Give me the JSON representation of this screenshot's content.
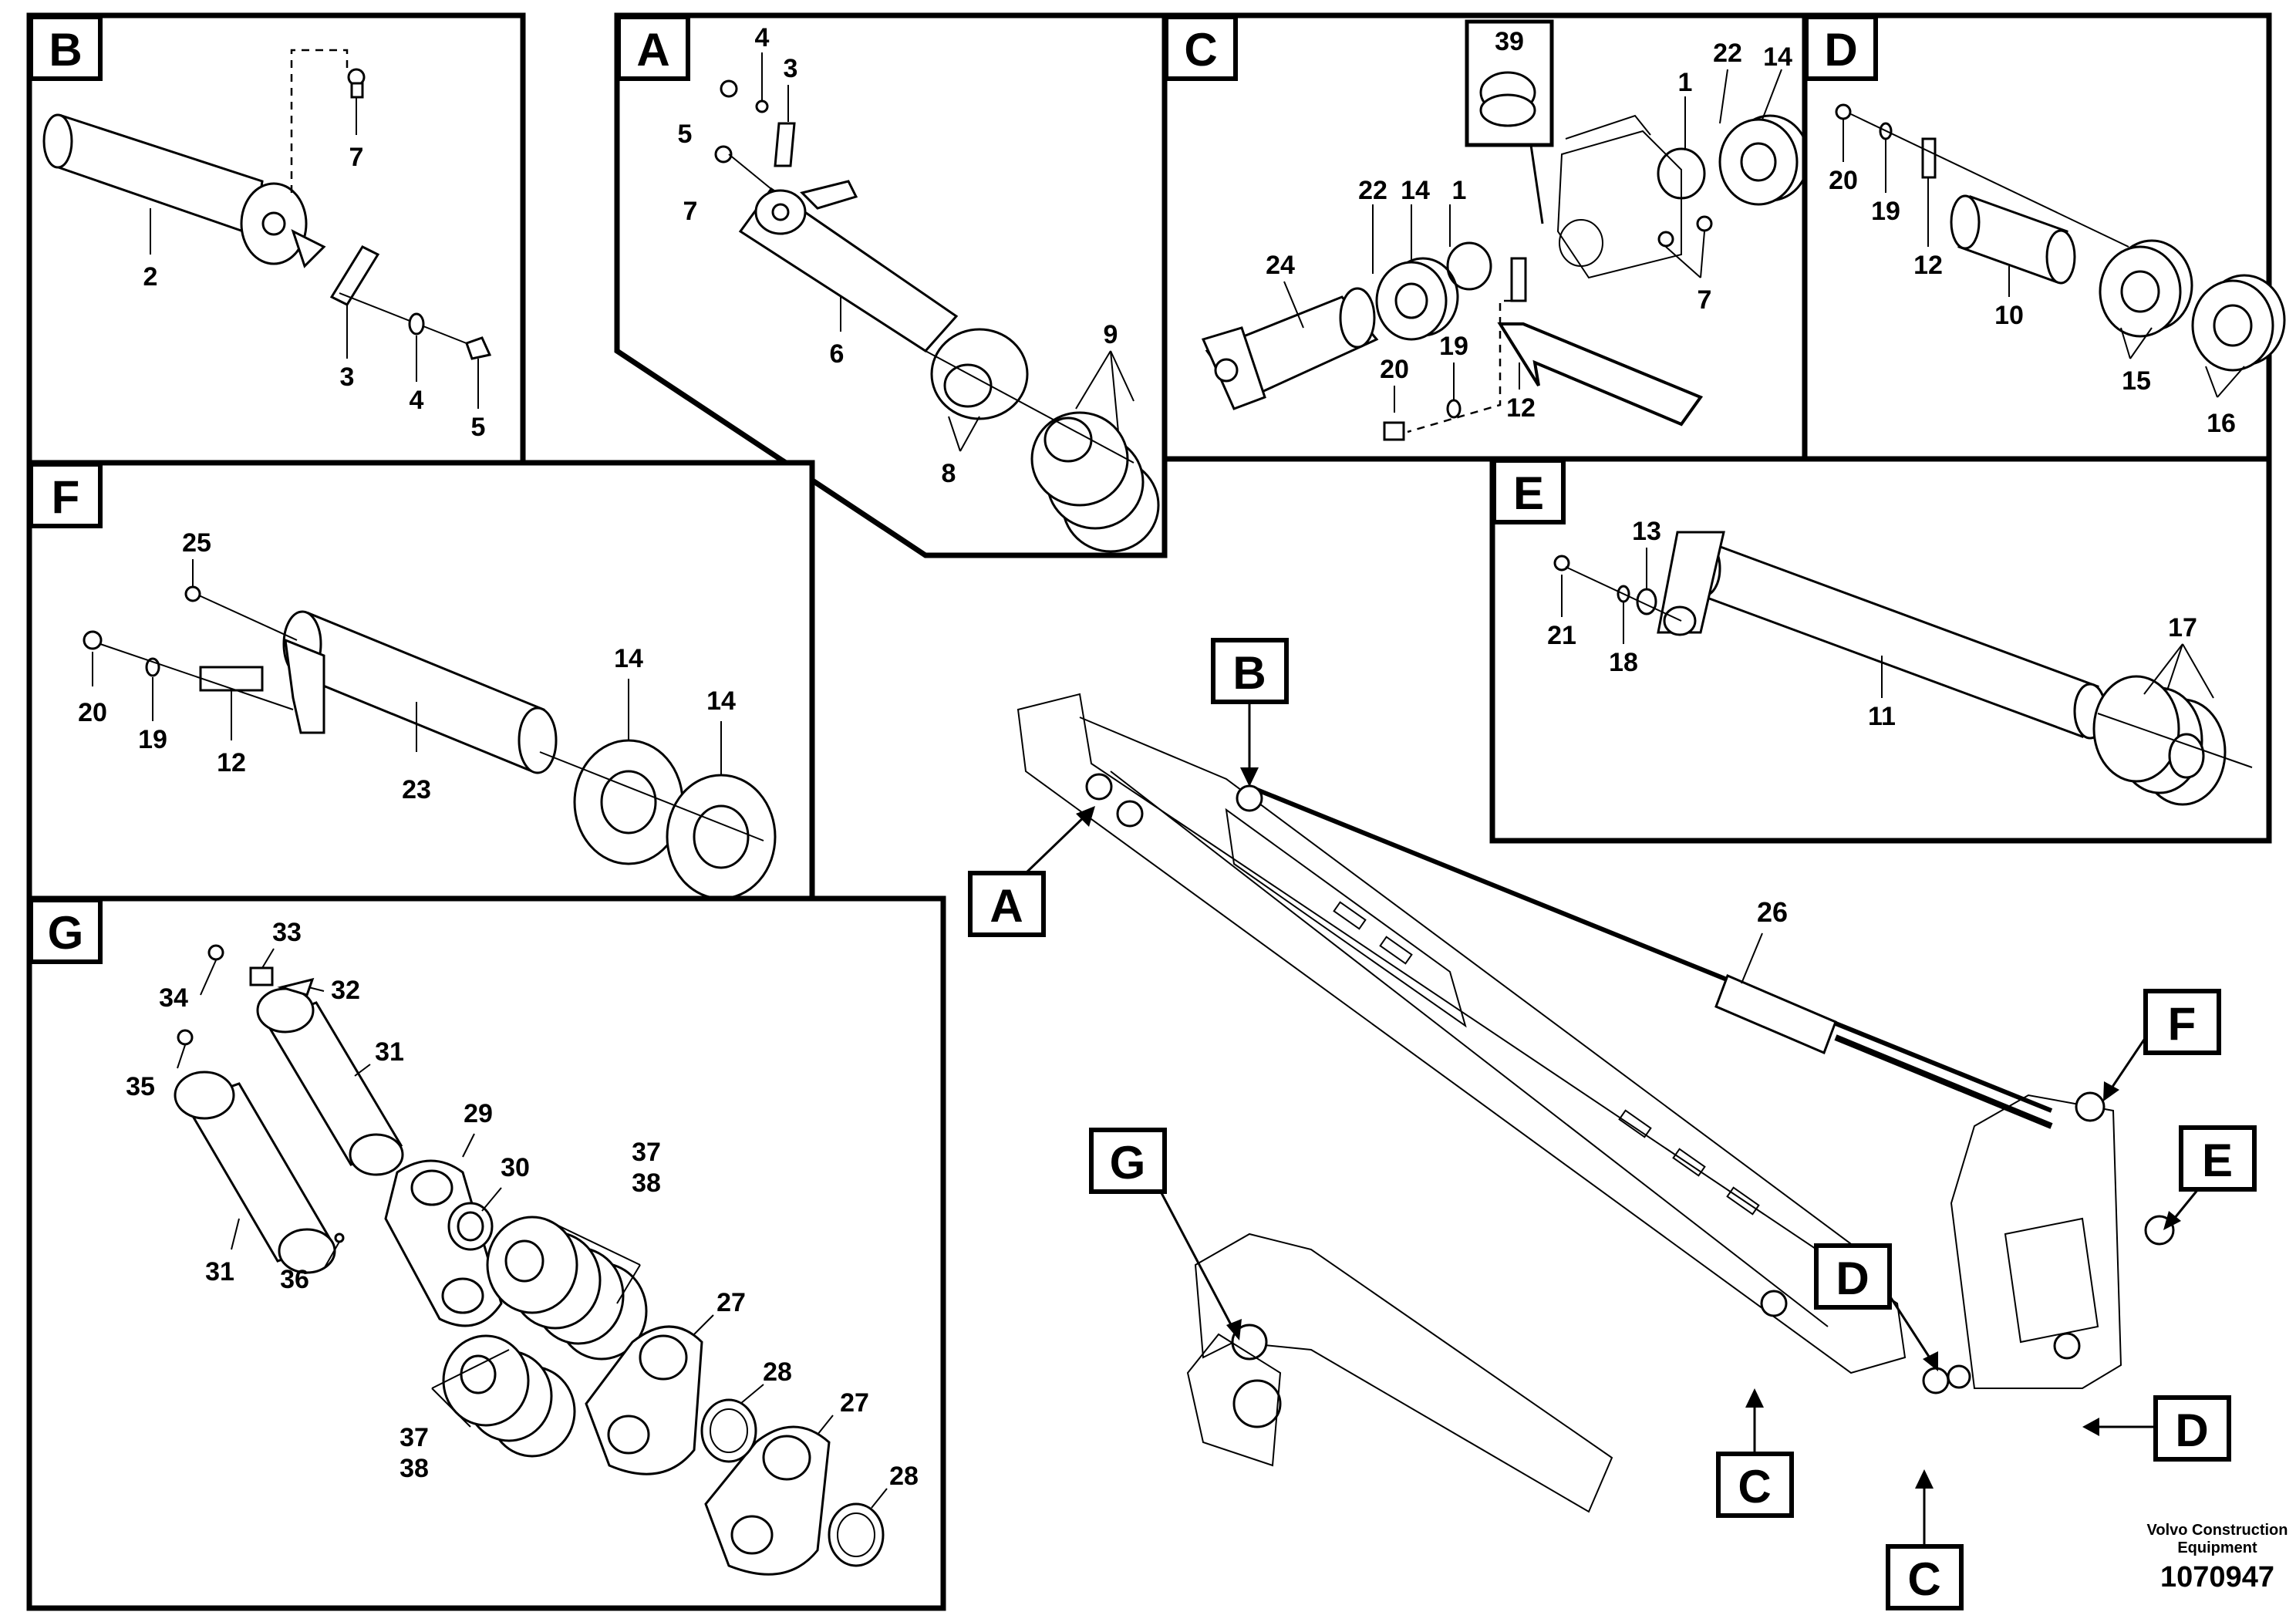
{
  "panels": {
    "B": {
      "badge": "B",
      "labels": [
        "7",
        "2",
        "3",
        "4",
        "5"
      ]
    },
    "A": {
      "badge": "A",
      "labels": [
        "4",
        "3",
        "5",
        "7",
        "6",
        "9",
        "8"
      ]
    },
    "C": {
      "badge": "C",
      "labels": [
        "39",
        "22",
        "14",
        "1",
        "22",
        "14",
        "1",
        "24",
        "7",
        "20",
        "19",
        "12"
      ]
    },
    "D": {
      "badge": "D",
      "labels": [
        "20",
        "19",
        "12",
        "10",
        "15",
        "16"
      ]
    },
    "E": {
      "badge": "E",
      "labels": [
        "13",
        "21",
        "18",
        "17",
        "11"
      ]
    },
    "F": {
      "badge": "F",
      "labels": [
        "25",
        "14",
        "14",
        "20",
        "19",
        "12",
        "23"
      ]
    },
    "G": {
      "badge": "G",
      "labels": [
        "33",
        "34",
        "32",
        "35",
        "31",
        "29",
        "30",
        "37",
        "38",
        "31",
        "36",
        "27",
        "28",
        "27",
        "28",
        "37",
        "38"
      ]
    }
  },
  "overview": {
    "part_26": "26",
    "callouts": [
      "B",
      "A",
      "F",
      "E",
      "G",
      "D",
      "D",
      "C",
      "C"
    ]
  },
  "footer": {
    "company_line1": "Volvo Construction",
    "company_line2": "Equipment",
    "drawing_number": "1070947"
  }
}
